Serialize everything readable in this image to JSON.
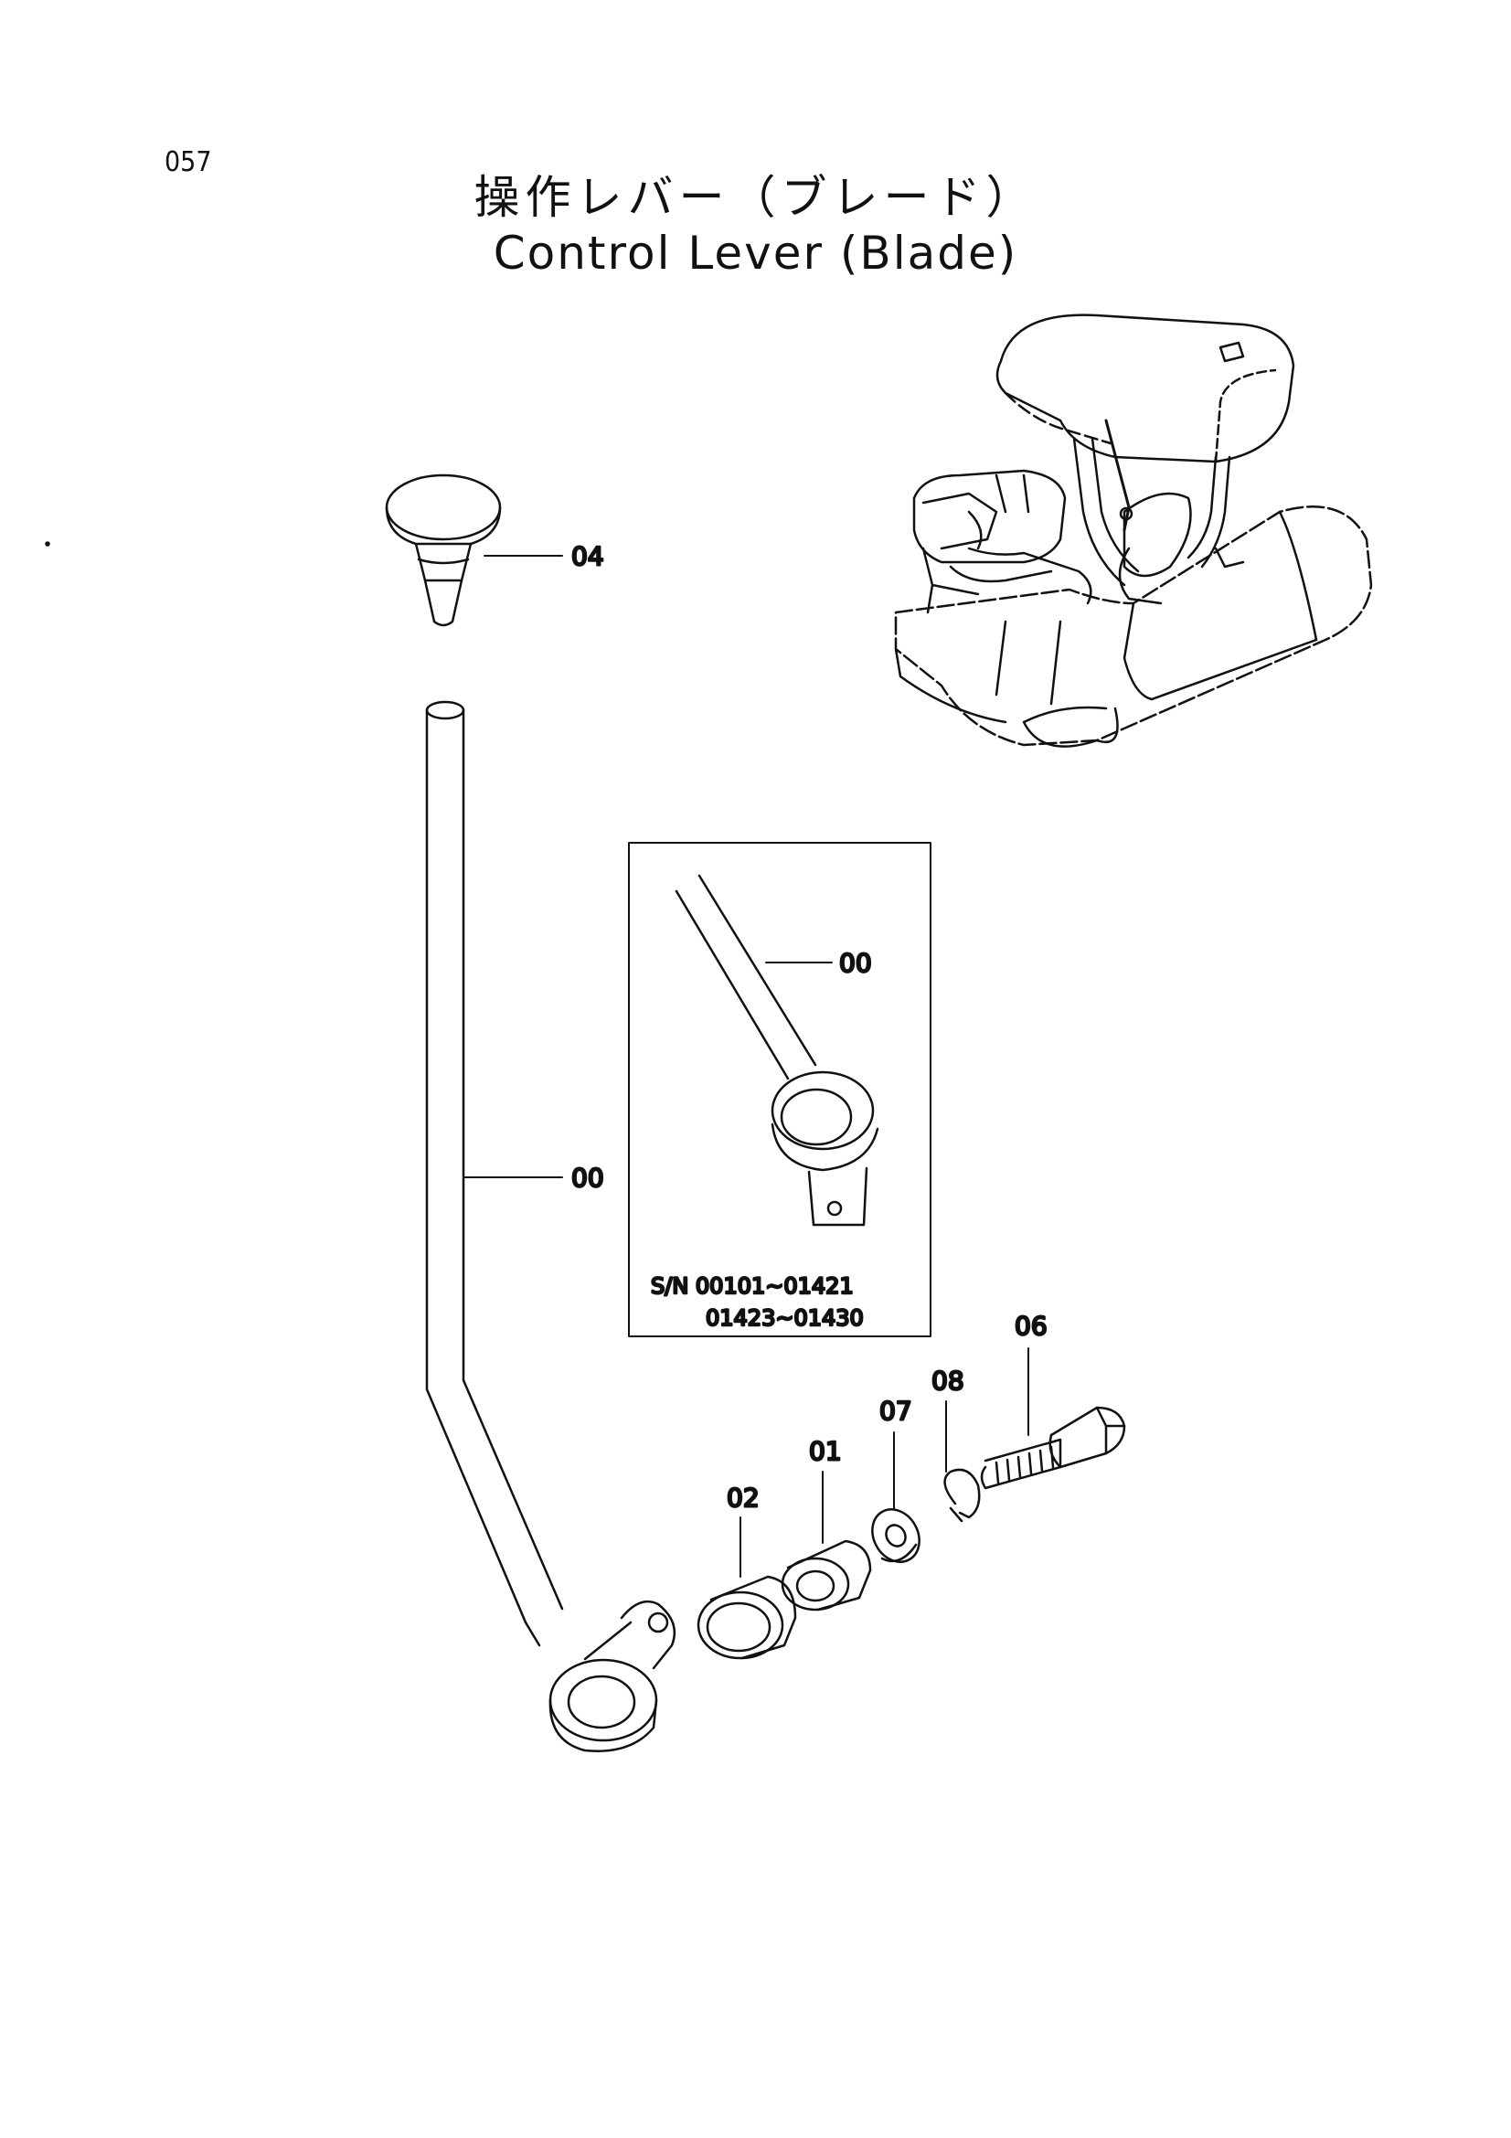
{
  "page": {
    "number": "057",
    "title_ja": "操作レバー（ブレード）",
    "title_en": "Control Lever (Blade)"
  },
  "callouts": {
    "knob": "04",
    "lever": "00",
    "inset_lever": "00",
    "bushing_outer": "02",
    "bushing_inner": "01",
    "washer": "07",
    "snap_ring": "08",
    "bolt": "06"
  },
  "inset": {
    "serial_line1": "S/N  00101~01421",
    "serial_line2": "01423~01430"
  },
  "colors": {
    "line": "#111111",
    "background": "#ffffff"
  }
}
